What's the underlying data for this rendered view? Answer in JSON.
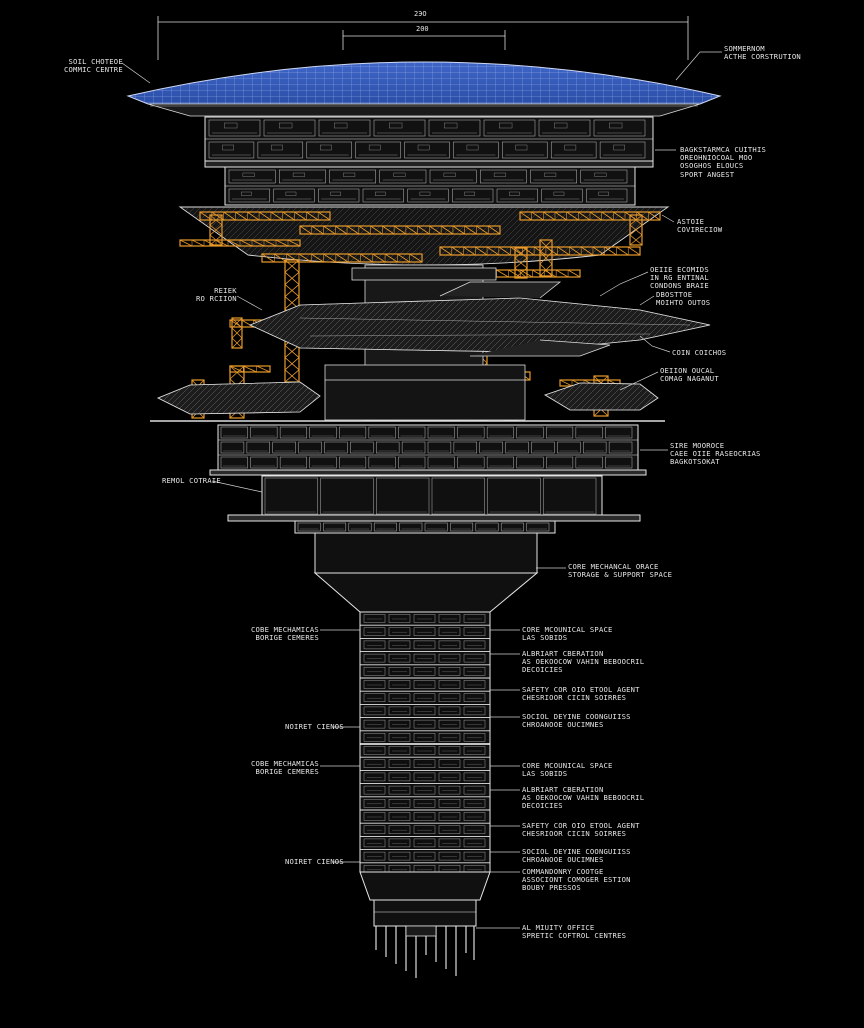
{
  "dimensions": {
    "outer": "2ЭО",
    "inner": "200"
  },
  "labels": {
    "roof_left": "SOIL CHOTEOE\nCOMMIC CENTRE",
    "roof_right": "SOMMERNOM\nACTHE CORSTRUTION",
    "level1_right": "BAGKSTARMCA CUITHIS\nOREOHNIOCOAL MOO\nOSOGHOS ELOUCS\nSPORT ANGEST",
    "truss_right": "ASTOIE\nCOVIRECIOW",
    "ship1_right": "OEIIE ECOMIDS\nIN RG ENTINAL\nCONDONS BRAIE",
    "mid_left": "REIEK\nRO RCIION",
    "ship2_right": "DBOSTTOE\nMOIHTO OUTOS",
    "ship2_lower": "COIN COICHOS",
    "ship3_right": "OEIION OUCAL\nCOMAG NAGANUT",
    "deck_right": "SIRE MOOROCE\nCAEE OIIE RASEOCRIAS\nBAGKOTSOKAT",
    "deck_left": "REMOL COTRAIE",
    "core_right_1": "CORE MECHANCAL ORACE\nSTORAGE & SUPPORT SPACE",
    "core_left_1": "COBE MECHAMICAS\nBORIGE CEMERES",
    "core_right_2": "CORE MCOUNICAL SPACE\nLAS SOBIDS",
    "core_right_3": "ALBRIART CBERATION\nAS OEKOOCOW VAHIN BEBOOCRIL\nDECOICIES",
    "core_right_4": "SAFETY COR OIO ETOOL AGENT\nCHESRIOOR CICIN SOIRRES",
    "core_right_5": "SOCIOL DEYINE COONGUIISS\nCHROANOOE OUCIMNES",
    "core_left_2": "NOIRET CIENOS",
    "core_left_3": "COBE MECHAMICAS\nBORIGE CEMERES",
    "core_right_6": "CORE MCOUNICAL SPACE\nLAS SOBIDS",
    "core_right_7": "ALBRIART CBERATION\nAS OEKOOCOW VAHIN BEBOOCRIL\nDECOICIES",
    "core_right_8": "SAFETY COR OIO ETOOL AGENT\nCHESRIOOR CICIN SOIRRES",
    "core_right_9": "SOCIOL DEYINE COONGUIISS\nCHROANOOE OUCIMNES",
    "core_left_4": "NOIRET CIENOS",
    "base_right": "COMMANDONRY COOTGE\nASSOCIONT COMOGER ESTION\nBOUBY PRESSOS",
    "foot_right": "AL MIUITY OFFICE\nSPRETIC COFTROL CENTRES"
  },
  "colors": {
    "background": "#000000",
    "line": "#e6e6e6",
    "roof": "#3f66c8",
    "truss": "#e89a2a"
  }
}
